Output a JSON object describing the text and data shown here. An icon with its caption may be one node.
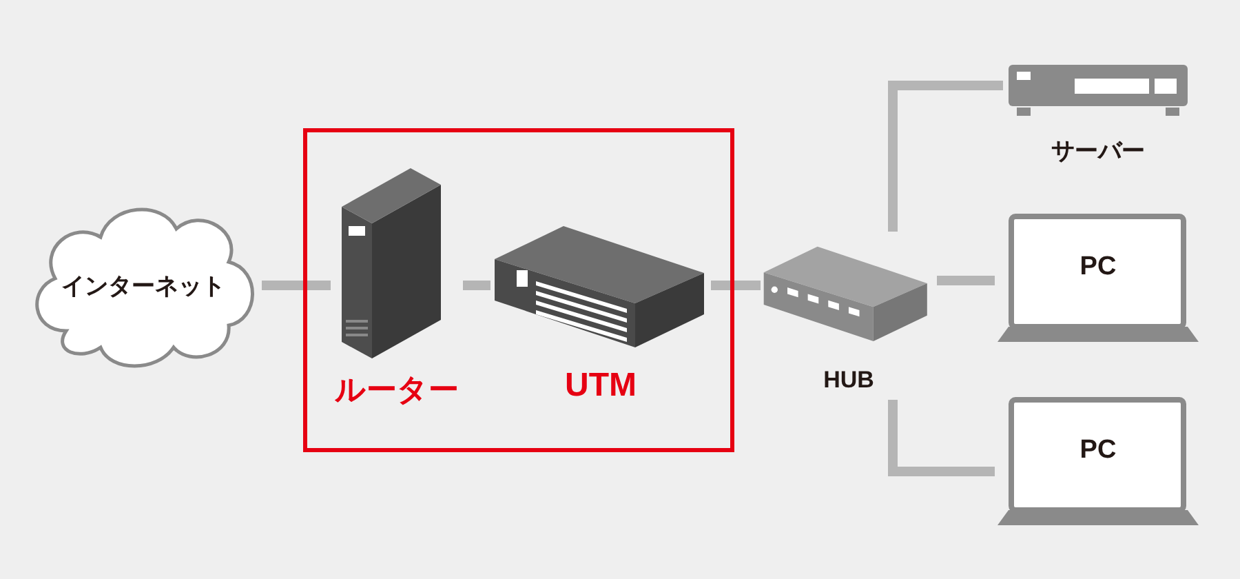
{
  "diagram": {
    "nodes": [
      {
        "text": [
          "インターネット"
        ]
      },
      {
        "text": [],
        "shape": "box"
      },
      {
        "text": [
          "ルーター"
        ],
        "in": 1
      },
      {
        "text": [
          "UTM"
        ],
        "in": 1
      },
      {
        "text": [
          "HUB"
        ]
      },
      {
        "text": [
          "サーバー"
        ]
      },
      {
        "text": [
          "PC"
        ]
      },
      {
        "text": [
          "PC"
        ]
      }
    ],
    "edges": [
      {
        "from": 0,
        "to": 2,
        "arrow": "none"
      },
      {
        "from": 2,
        "to": 3,
        "arrow": "none"
      },
      {
        "from": 3,
        "to": 4,
        "arrow": "none"
      },
      {
        "from": 4,
        "to": 5,
        "arrow": "none"
      },
      {
        "from": 4,
        "to": 6,
        "arrow": "none"
      },
      {
        "from": 4,
        "to": 7,
        "arrow": "none"
      }
    ]
  }
}
